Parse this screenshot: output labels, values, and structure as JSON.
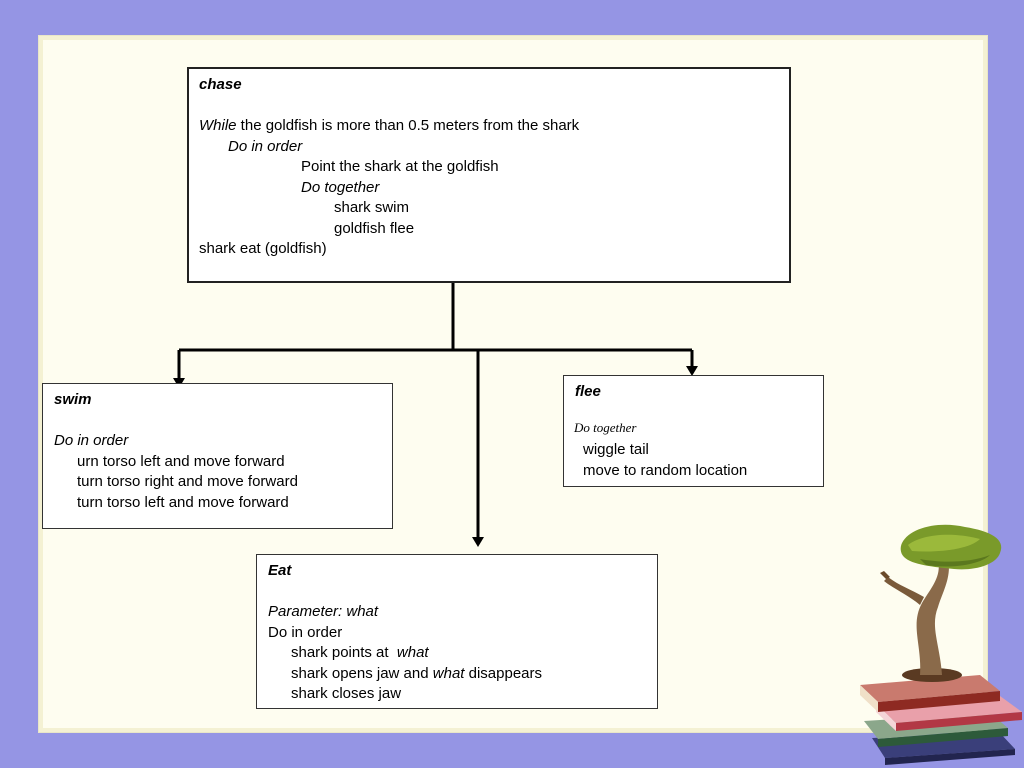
{
  "chase": {
    "title": "chase",
    "while_kw": "While",
    "while_rest": " the goldfish is more than 0.5 meters from the shark",
    "do_in_order": "Do in order",
    "point": "Point the shark at the goldfish",
    "do_together": "Do together",
    "shark_swim": "shark swim",
    "goldfish_flee": "goldfish flee",
    "shark_eat": "shark eat (goldfish)"
  },
  "swim": {
    "title": "swim",
    "do_in_order": "Do in order",
    "steps": [
      "urn torso left and move forward",
      "turn torso right and move forward",
      "turn torso left and move forward"
    ]
  },
  "flee": {
    "title": "flee",
    "do_together": "Do together",
    "steps": [
      "wiggle tail",
      "move to random location"
    ]
  },
  "eat": {
    "title": "Eat",
    "parameter": "Parameter: what",
    "do_in_order": "Do in order",
    "step1_text": "shark points at  ",
    "step1_param": "what",
    "step2_a": "shark opens jaw and ",
    "step2_param": "what",
    "step2_b": " disappears",
    "step3": "shark closes jaw"
  },
  "decoration": {
    "icon": "bonsai-on-books-icon"
  }
}
